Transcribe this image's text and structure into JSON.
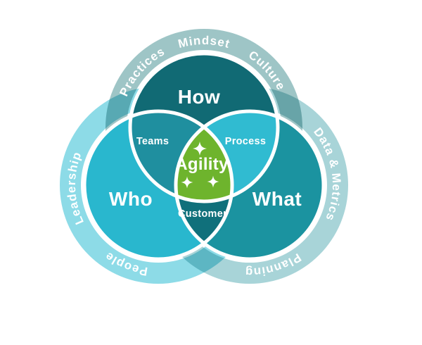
{
  "venn": {
    "how": {
      "label": "How"
    },
    "who": {
      "label": "Who"
    },
    "what": {
      "label": "What"
    },
    "overlaps": {
      "teams": "Teams",
      "process": "Process",
      "customer": "Customer",
      "center": "Agility"
    },
    "ring": {
      "practices": "Practices",
      "mindset": "Mindset",
      "culture": "Culture",
      "leadership": "Leadership",
      "people": "People",
      "data_metrics": "Data & Metrics",
      "planning": "Planning"
    }
  },
  "icons": {
    "sparkle": "✦",
    "sparkle_count": 3
  },
  "colors": {
    "background": "#ffffff",
    "how": "#116a74",
    "who": "#29b7ce",
    "what": "#1b93a0",
    "teams": "#1f8f9f",
    "process": "#30bbd1",
    "customer": "#10707b",
    "center": "#6eb42d",
    "ring_top": "#9ec5c6",
    "ring_left": "#8ddbe7",
    "ring_right": "#a8d4d8",
    "divider": "#ffffff",
    "text": "#ffffff"
  }
}
